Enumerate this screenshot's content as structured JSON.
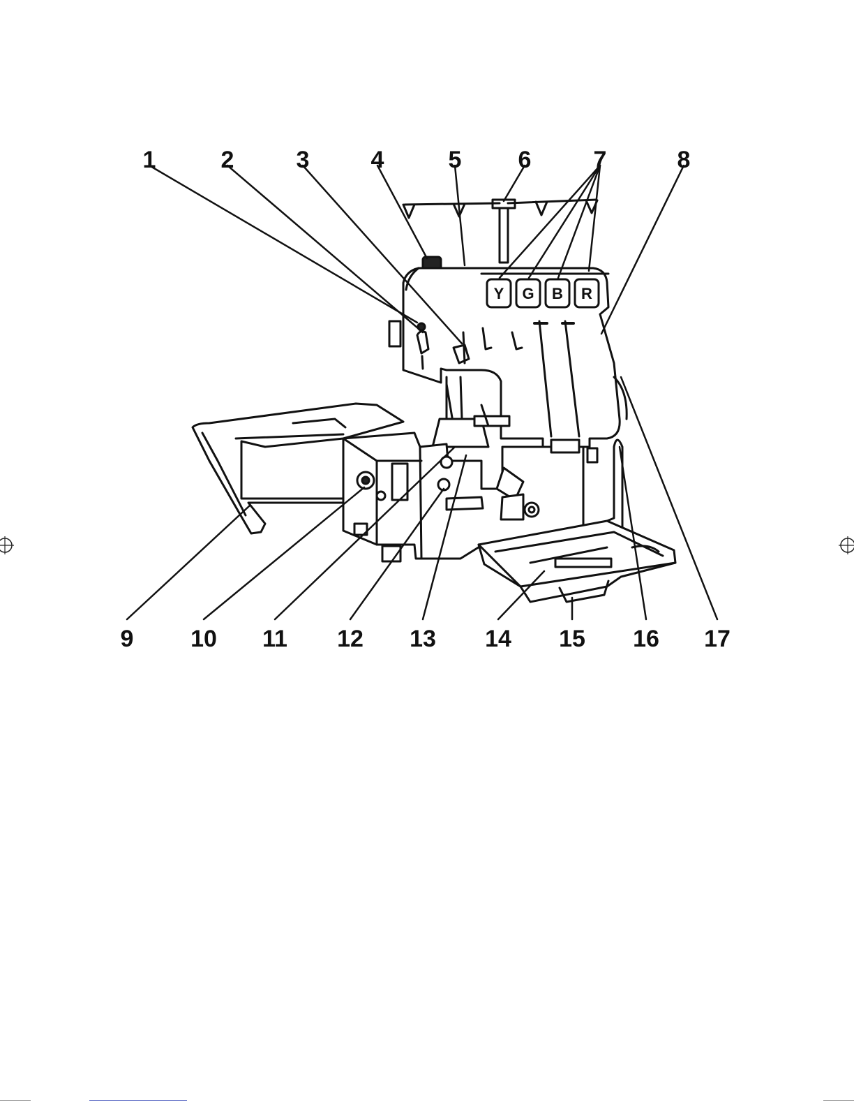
{
  "figure": {
    "callouts": [
      {
        "id": 1,
        "label": "1"
      },
      {
        "id": 2,
        "label": "2"
      },
      {
        "id": 3,
        "label": "3"
      },
      {
        "id": 4,
        "label": "4"
      },
      {
        "id": 5,
        "label": "5"
      },
      {
        "id": 6,
        "label": "6"
      },
      {
        "id": 7,
        "label": "7"
      },
      {
        "id": 8,
        "label": "8"
      },
      {
        "id": 9,
        "label": "9"
      },
      {
        "id": 10,
        "label": "10"
      },
      {
        "id": 11,
        "label": "11"
      },
      {
        "id": 12,
        "label": "12"
      },
      {
        "id": 13,
        "label": "13"
      },
      {
        "id": 14,
        "label": "14"
      },
      {
        "id": 15,
        "label": "15"
      },
      {
        "id": 16,
        "label": "16"
      },
      {
        "id": 17,
        "label": "17"
      }
    ],
    "tension_dials": [
      {
        "letter": "Y"
      },
      {
        "letter": "G"
      },
      {
        "letter": "B"
      },
      {
        "letter": "R"
      }
    ]
  }
}
